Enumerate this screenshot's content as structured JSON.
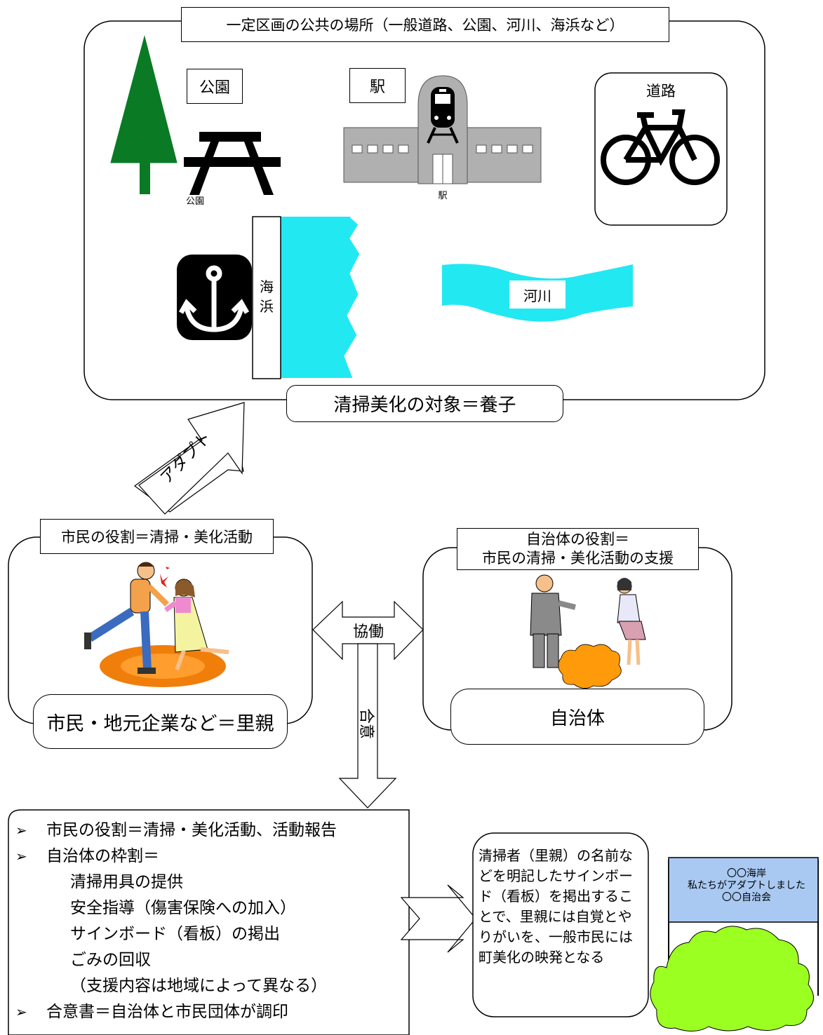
{
  "top_section": {
    "header": "一定区画の公共の場所（一般道路、公園、河川、海浜など）",
    "park_label": "公園",
    "park_caption": "公園",
    "station_label": "駅",
    "station_caption": "駅",
    "road_label": "道路",
    "beach_label": "海\n浜",
    "river_label": "河川",
    "target_label": "清掃美化の対象＝養子"
  },
  "adopt_arrow_label": "アダプト",
  "citizen_panel": {
    "header": "市民の役割＝清掃・美化活動",
    "footer": "市民・地元企業など＝里親"
  },
  "government_panel": {
    "header_line1": "自治体の役割＝",
    "header_line2": "市民の清掃・美化活動の支援",
    "footer": "自治体"
  },
  "collaboration_label": "協働",
  "agreement_label": "合意",
  "bullets": {
    "item1": "市民の役割＝清掃・美化活動、活動報告",
    "item2": "自治体の枠割＝",
    "sub1": "清掃用具の提供",
    "sub2": "安全指導（傷害保険への加入）",
    "sub3": "サインボード（看板）の掲出",
    "sub4": "ごみの回収",
    "sub5": "（支援内容は地域によって異なる）",
    "item3": "合意書＝自治体と市民団体が調印",
    "marker": "➢"
  },
  "note": "清掃者（里親）の名前などを明記したサインボード（看板）を掲出することで、里親には自覚とやりがいを、一般市民には町美化の映発となる",
  "signboard": {
    "line1": "〇〇海岸",
    "line2": "私たちがアダプトしました",
    "line3": "〇〇自治会"
  },
  "colors": {
    "tree": "#0a7a25",
    "water": "#22e8f2",
    "station_gray": "#b0b0b0",
    "sign_blue": "#a9c9f2",
    "bush_green": "#9cff22",
    "orange": "#f07e0b",
    "cloud_orange": "#ff9a0a"
  }
}
